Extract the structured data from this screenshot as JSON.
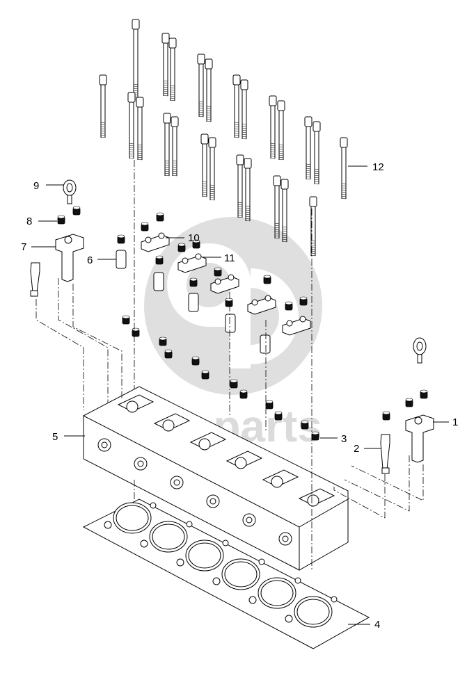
{
  "diagram": {
    "watermark": {
      "logo": "gp",
      "text": "-parts",
      "color": "#d9d9d9"
    },
    "callouts": [
      {
        "id": "1",
        "label": "1"
      },
      {
        "id": "2",
        "label": "2"
      },
      {
        "id": "3",
        "label": "3"
      },
      {
        "id": "4",
        "label": "4"
      },
      {
        "id": "5",
        "label": "5"
      },
      {
        "id": "6",
        "label": "6"
      },
      {
        "id": "7",
        "label": "7"
      },
      {
        "id": "8",
        "label": "8"
      },
      {
        "id": "9",
        "label": "9"
      },
      {
        "id": "10",
        "label": "10"
      },
      {
        "id": "11",
        "label": "11"
      },
      {
        "id": "12",
        "label": "12"
      }
    ],
    "parts": {
      "p1": "rocker-arm-bracket",
      "p2": "injector-clamp",
      "p3": "nut",
      "p4": "cylinder-head-gasket",
      "p5": "cylinder-head",
      "p6": "spacer-sleeve",
      "p7": "rocker-arm-bracket",
      "p8": "nut",
      "p9": "lifting-eye",
      "p10": "bridge-clamp",
      "p11": "bridge-clamp",
      "p12": "head-bolt"
    },
    "colors": {
      "line": "#000000",
      "background": "#ffffff"
    }
  }
}
